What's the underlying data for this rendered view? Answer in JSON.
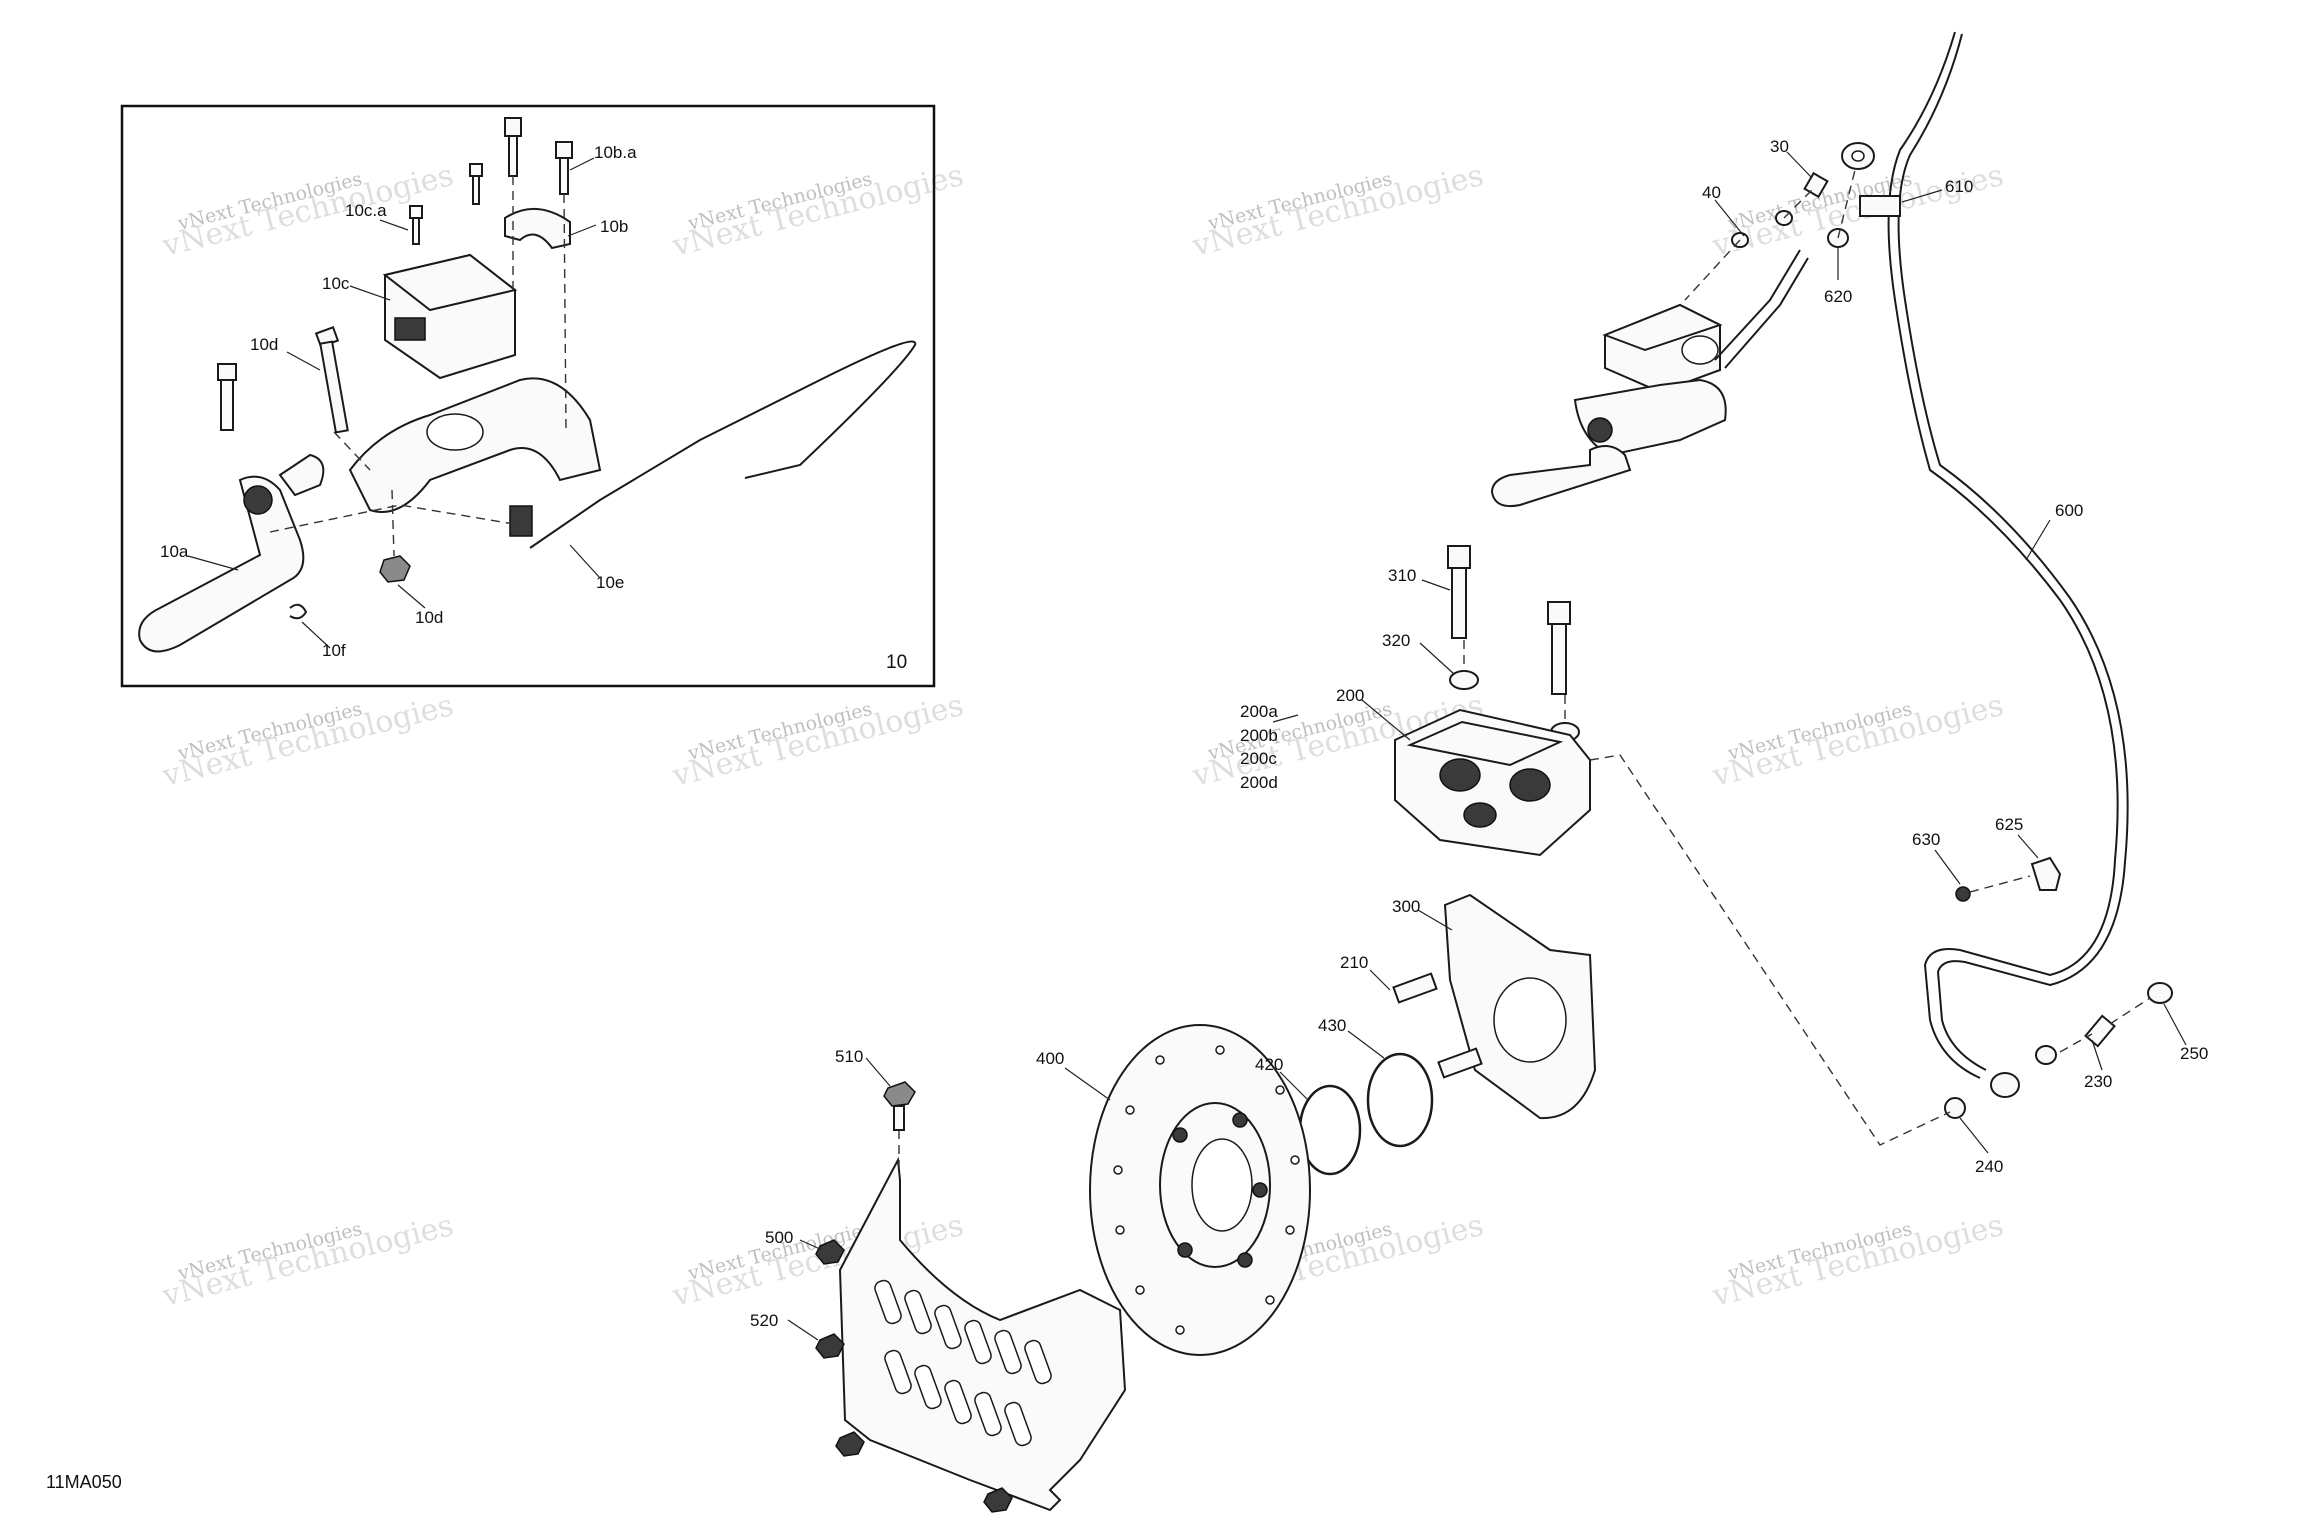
{
  "diagram_code": "11MA050",
  "inset": {
    "number": "10"
  },
  "watermark": {
    "line1": "vNext Technologies",
    "line2": "vNext Technologies"
  },
  "labels": {
    "l10ba": "10b.a",
    "l10b": "10b",
    "l10ca": "10c.a",
    "l10c": "10c",
    "l10d_top": "10d",
    "l10d_bot": "10d",
    "l10a": "10a",
    "l10e": "10e",
    "l10f": "10f",
    "l30": "30",
    "l40": "40",
    "l610": "610",
    "l620": "620",
    "l600": "600",
    "l310": "310",
    "l320": "320",
    "l200": "200",
    "l200a": "200a",
    "l200b": "200b",
    "l200c": "200c",
    "l200d": "200d",
    "l300": "300",
    "l210": "210",
    "l430": "430",
    "l420": "420",
    "l400": "400",
    "l510": "510",
    "l500": "500",
    "l520": "520",
    "l630": "630",
    "l625": "625",
    "l250": "250",
    "l230": "230",
    "l240": "240"
  }
}
